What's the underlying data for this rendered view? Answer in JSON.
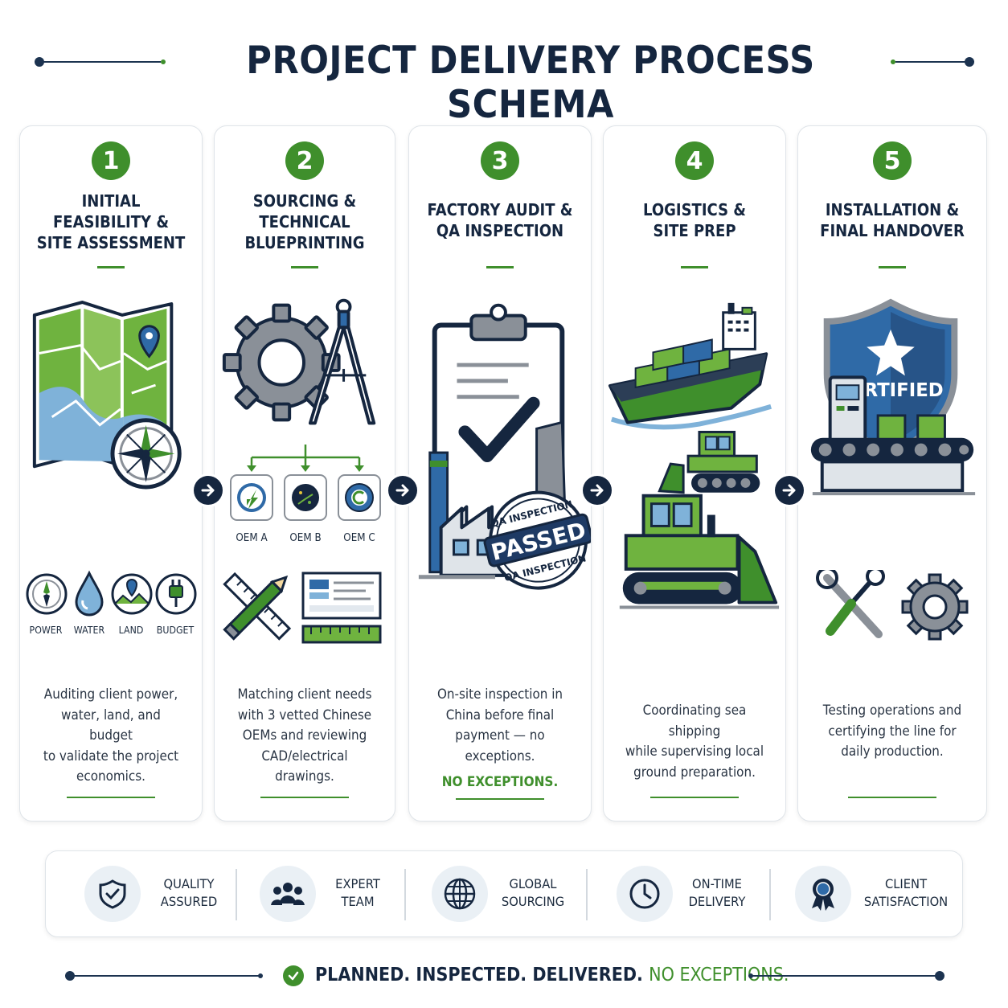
{
  "title": "PROJECT DELIVERY PROCESS SCHEMA",
  "steps": [
    {
      "number": "1",
      "title_lines": [
        "INITIAL",
        "FEASIBILITY &",
        "SITE ASSESSMENT"
      ],
      "description_lines": [
        "Auditing client power,",
        "water, land, and budget",
        "to validate the project",
        "economics."
      ],
      "icon_labels": [
        "POWER",
        "WATER",
        "LAND",
        "BUDGET"
      ]
    },
    {
      "number": "2",
      "title_lines": [
        "SOURCING &",
        "TECHNICAL",
        "BLUEPRINTING"
      ],
      "description_lines": [
        "Matching client needs",
        "with 3 vetted Chinese",
        "OEMs and reviewing",
        "CAD/electrical drawings."
      ],
      "oem_labels": [
        "OEM A",
        "OEM B",
        "OEM C"
      ]
    },
    {
      "number": "3",
      "title_lines": [
        "FACTORY AUDIT &",
        "QA INSPECTION"
      ],
      "description_lines": [
        "On-site inspection in",
        "China before final",
        "payment — no",
        "exceptions."
      ],
      "emphasis": "NO EXCEPTIONS.",
      "stamp_main": "PASSED",
      "stamp_ring": "QA INSPECTION"
    },
    {
      "number": "4",
      "title_lines": [
        "LOGISTICS &",
        "SITE PREP"
      ],
      "description_lines": [
        "Coordinating sea shipping",
        "while supervising local",
        "ground preparation."
      ]
    },
    {
      "number": "5",
      "title_lines": [
        "INSTALLATION &",
        "FINAL HANDOVER"
      ],
      "description_lines": [
        "Testing operations and",
        "certifying the line for",
        "daily production."
      ],
      "shield_text": "CERTIFIED"
    }
  ],
  "values": [
    {
      "lines": [
        "QUALITY",
        "ASSURED"
      ],
      "icon": "shield-check-icon"
    },
    {
      "lines": [
        "EXPERT",
        "TEAM"
      ],
      "icon": "team-icon"
    },
    {
      "lines": [
        "GLOBAL",
        "SOURCING"
      ],
      "icon": "globe-icon"
    },
    {
      "lines": [
        "ON-TIME",
        "DELIVERY"
      ],
      "icon": "clock-icon"
    },
    {
      "lines": [
        "CLIENT",
        "SATISFACTION"
      ],
      "icon": "award-ribbon-icon"
    }
  ],
  "footer": {
    "main": "PLANNED. INSPECTED. DELIVERED.",
    "accent": "NO EXCEPTIONS."
  },
  "colors": {
    "navy": "#15263f",
    "green": "#3f8f2c",
    "light_green": "#6fb33f",
    "blue": "#2f6aa7",
    "gray": "#8a9098"
  }
}
